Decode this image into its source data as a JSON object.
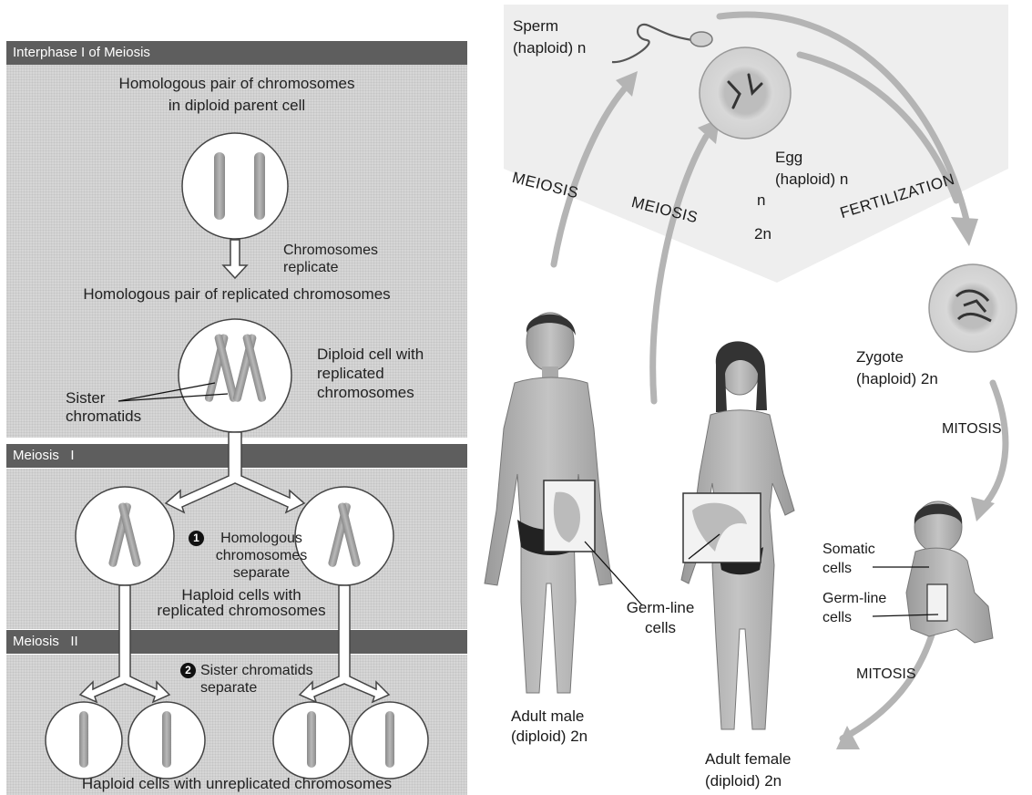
{
  "left_panel": {
    "interphase_header": "Interphase I of Meiosis",
    "caption_parent_cell": "Homologous pair of chromosomes\nin diploid parent cell",
    "caption_replicate": "Chromosomes\nreplicate",
    "caption_replicated_pair": "Homologous pair of replicated chromosomes",
    "caption_diploid_cell": "Diploid cell with\nreplicated\nchromosomes",
    "caption_sister_chromatids": "Sister\nchromatids",
    "meiosis1_header": "Meiosis   I",
    "step1_number": "1",
    "step1_text": "Homologous\nchromosomes\nseparate",
    "caption_haploid_replicated": "Haploid cells with\nreplicated chromosomes",
    "meiosis2_header": "Meiosis   II",
    "step2_number": "2",
    "step2_text": "Sister chromatids\nseparate",
    "caption_haploid_unreplicated": "Haploid cells with unreplicated chromosomes"
  },
  "right_panel": {
    "sperm_label": "Sperm\n(haploid) n",
    "egg_label": "Egg\n(haploid) n",
    "n_label": "n",
    "two_n_label": "2n",
    "meiosis_male": "MEIOSIS",
    "meiosis_female": "MEIOSIS",
    "fertilization": "FERTILIZATION",
    "zygote_label": "Zygote\n(haploid) 2n",
    "mitosis_1": "MITOSIS",
    "mitosis_2": "MITOSIS",
    "germline_adult": "Germ-line\ncells",
    "somatic_child": "Somatic\ncells",
    "germline_child": "Germ-line\ncells",
    "adult_male_label": "Adult male\n(diploid) 2n",
    "adult_female_label": "Adult female\n(diploid) 2n"
  },
  "colors": {
    "header_bar": "#5e5e5e",
    "panel_fill": "#d6d6d6",
    "arrow_gray": "#b4b4b4",
    "cell_fill": "#d2d2d2"
  }
}
